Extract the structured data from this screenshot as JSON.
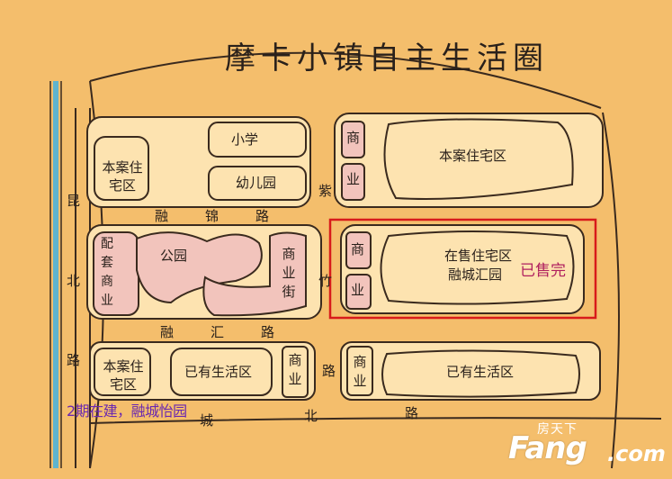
{
  "map": {
    "title": "摩卡小镇自主生活圈",
    "roads": {
      "kunbei": [
        "昆",
        "北",
        "路"
      ],
      "rongjin": [
        "融",
        "锦",
        "路"
      ],
      "ronghui": [
        "融",
        "汇",
        "路"
      ],
      "zizhu": [
        "紫",
        "竹"
      ],
      "chengbei": [
        "路",
        "城",
        "北",
        "路"
      ]
    },
    "blocks": {
      "school": "小学",
      "kindergarten": "幼儿园",
      "residential_nw": "本案住宅区",
      "residential_ne": "本案住宅区",
      "park": "公园",
      "supporting_commerce": "配套商业",
      "commercial_street": "商业街",
      "onsale": "在售住宅区",
      "onsale_name": "融城汇园",
      "shang_ne": "商",
      "ye_ne": "业",
      "shang_mid": "商",
      "ye_mid": "业",
      "residential_sw": "本案住宅区",
      "existing_sw": "已有生活区",
      "commerce_sw": "商业",
      "commerce_se": "商业",
      "existing_se": "已有生活区"
    },
    "annotations": {
      "sold_out": "已售完",
      "phase2": "2期在建，融城怡园"
    },
    "colors": {
      "background": "#f4be6c",
      "block": "#fde3b0",
      "pink": "#f2c4bc",
      "outline": "#3a2a1e",
      "river": "#5fb4ce",
      "highlight": "#d81b1b"
    }
  },
  "watermark": {
    "brand_small": "房天下",
    "brand_main": "Fang",
    "brand_suffix": ".com"
  }
}
